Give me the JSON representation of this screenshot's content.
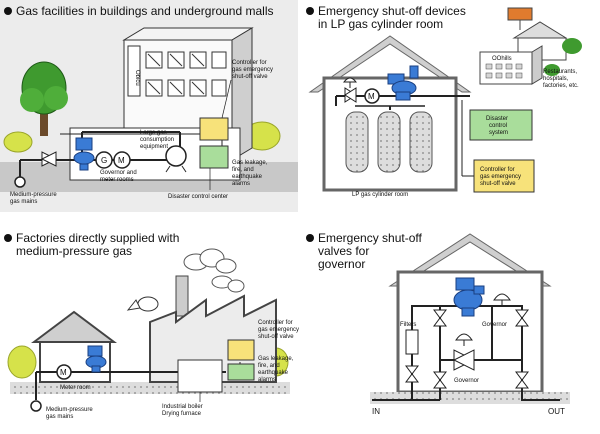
{
  "panels": [
    {
      "heading": "Gas facilities in buildings and underground malls",
      "labels": {
        "controller_1": "Controller for",
        "controller_2": "gas emergency",
        "controller_3": "shut-off valve",
        "large_1": "Large gas",
        "large_2": "consumption",
        "large_3": "equipment",
        "governor_1": "Governor and",
        "governor_2": "meter rooms",
        "alarm_1": "Gas leakage,",
        "alarm_2": "fire, and",
        "alarm_3": "earthquake",
        "alarm_4": "alarms",
        "mains_1": "Medium-pressure",
        "mains_2": "gas mains",
        "center": "Disaster control center",
        "g_mark": "G",
        "m_mark": "M",
        "sign": "Obicu"
      }
    },
    {
      "heading_1": "Emergency shut-off devices",
      "heading_2": "in LP gas cylinder room",
      "labels": {
        "m_mark": "M",
        "room": "LP gas cylinder room",
        "disaster_1": "Disaster",
        "disaster_2": "control",
        "disaster_3": "system",
        "controller_1": "Controller for",
        "controller_2": "gas emergency",
        "controller_3": "shut-off valve",
        "rest_1": "Restaurants,",
        "rest_2": "hospitals,",
        "rest_3": "factories, etc.",
        "sign": "OOhills"
      }
    },
    {
      "heading_1": "Factories directly supplied with",
      "heading_2": "medium-pressure gas",
      "labels": {
        "m_mark": "M",
        "meter": "Meter room",
        "mains_1": "Medium-pressure",
        "mains_2": "gas mains",
        "boiler_1": "Industrial boiler",
        "boiler_2": "Drying furnace",
        "controller_1": "Controller for",
        "controller_2": "gas emergency",
        "controller_3": "shut-off valve",
        "alarm_1": "Gas leakage,",
        "alarm_2": "fire, and",
        "alarm_3": "earthquake",
        "alarm_4": "alarms"
      }
    },
    {
      "heading_1": "Emergency shut-off",
      "heading_2": "valves for",
      "heading_3": "governor",
      "labels": {
        "filters": "Filters",
        "governor_a": "Governor",
        "governor_b": "Governor",
        "in": "IN",
        "out": "OUT"
      }
    }
  ],
  "colors": {
    "valve_blue": "#3a7bd5",
    "controller_yellow": "#f7e27a",
    "alarm_green": "#a9dd9b",
    "panel_gray": "#e4e4e4",
    "tree_green": "#3f9a2f",
    "bush_yellow": "#d6e24a"
  }
}
